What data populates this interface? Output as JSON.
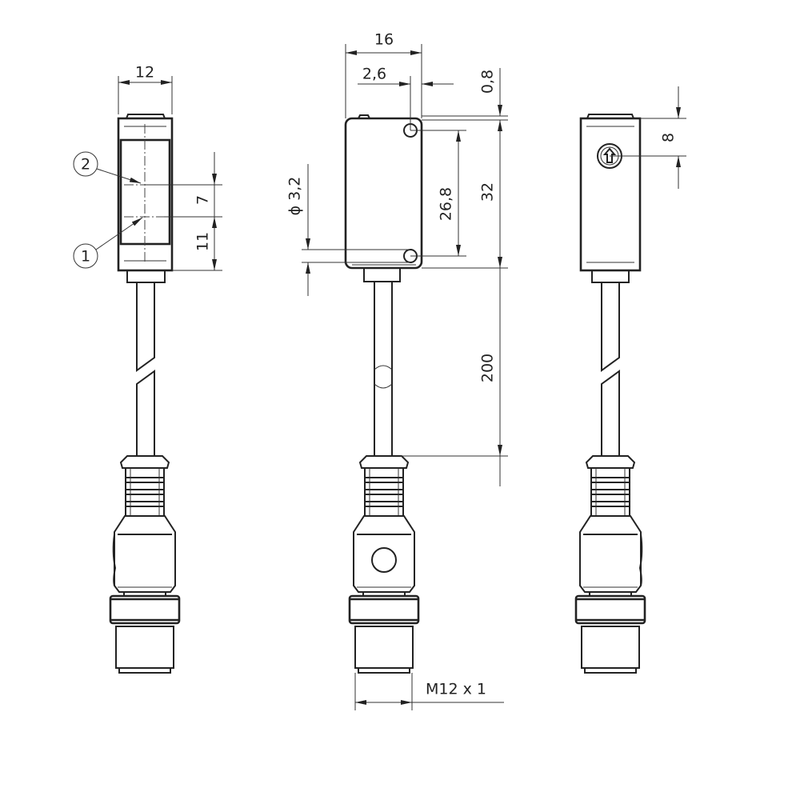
{
  "drawing": {
    "line_color": "#222222",
    "dimensions": {
      "front_width": "12",
      "side_width": "16",
      "hole_offset": "2,6",
      "cap_height": "0,8",
      "hole_pitch": "26,8",
      "body_height": "32",
      "hole_diameter": "ϕ 3,2",
      "cable_length": "200",
      "optic_spacing": "7",
      "optic_bottom": "11",
      "knob_offset": "8",
      "thread": "M12 x 1"
    },
    "callouts": [
      "2",
      "1"
    ]
  }
}
